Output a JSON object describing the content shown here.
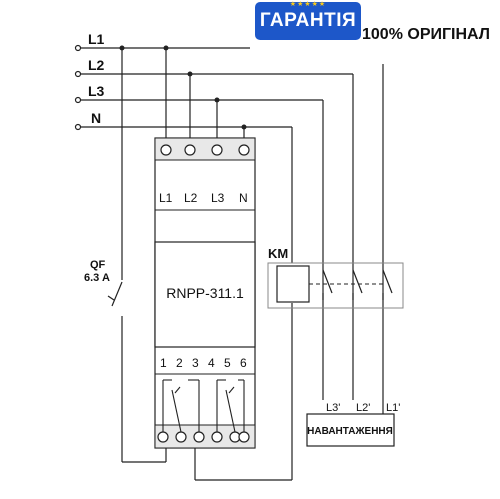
{
  "lines": [
    "L1",
    "L2",
    "L3",
    "N"
  ],
  "breaker": {
    "name": "QF",
    "rating": "6.3 A"
  },
  "device": {
    "model": "RNPP-311.1",
    "input_terminals": [
      "L1",
      "L2",
      "L3",
      "N"
    ],
    "output_terminals": [
      "1",
      "2",
      "3",
      "4",
      "5",
      "6"
    ]
  },
  "contactor": {
    "label": "KM"
  },
  "load": {
    "label": "НАВАНТАЖЕННЯ",
    "phases": [
      "L3'",
      "L2'",
      "L1'"
    ]
  },
  "banner": {
    "guarantee": "ГАРАНТІЯ",
    "stars": "★★★★★",
    "original": "100% ОРИГІНАЛ"
  },
  "colors": {
    "wire": "#222222",
    "device_fill": "#ffffff",
    "module_gray": "#e8e8e8",
    "badge_blue": "#1d57c9"
  }
}
